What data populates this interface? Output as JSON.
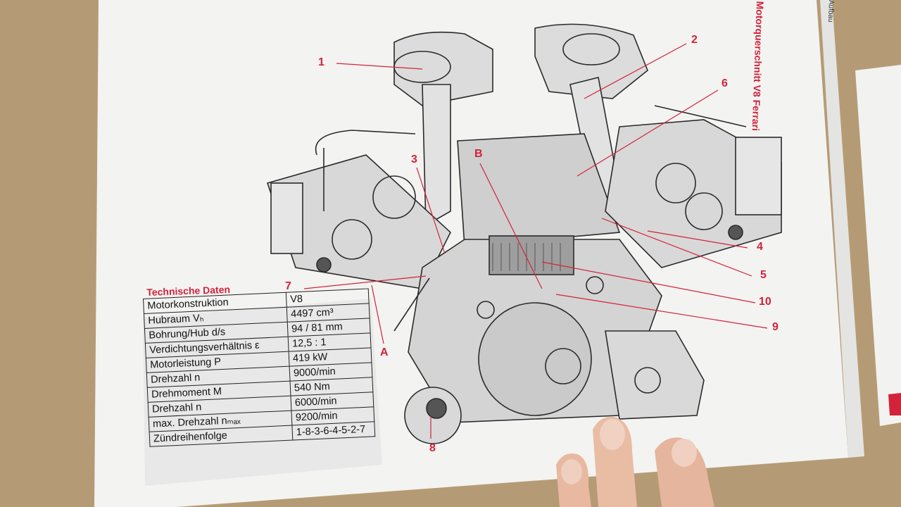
{
  "document": {
    "section_header": "Aufbau",
    "chapter_title": "Motorquerschnitt V8 Ferrari",
    "table_title": "Technische Daten",
    "specs": [
      {
        "label": "Motorkonstruktion",
        "value": "V8"
      },
      {
        "label": "Hubraum Vₕ",
        "value": "4497 cm³"
      },
      {
        "label": "Bohrung/Hub d/s",
        "value": "94 / 81 mm"
      },
      {
        "label": "Verdichtungsverhältnis ε",
        "value": "12,5 : 1"
      },
      {
        "label": "Motorleistung P",
        "value": "419 kW"
      },
      {
        "label": "Drehzahl n",
        "value": "9000/min"
      },
      {
        "label": "Drehmoment M",
        "value": "540 Nm"
      },
      {
        "label": "Drehzahl n",
        "value": "6000/min"
      },
      {
        "label": "max. Drehzahl nₘₐₓ",
        "value": "9200/min"
      },
      {
        "label": "Zündreihenfolge",
        "value": "1-8-3-6-4-5-2-7"
      }
    ],
    "callouts": [
      "1",
      "2",
      "3",
      "4",
      "5",
      "6",
      "7",
      "8",
      "9",
      "10",
      "A",
      "B"
    ]
  },
  "colors": {
    "accent_red": "#d2233a",
    "paper": "#f3f3f1",
    "table_bg": "#e8e8e8",
    "desk": "#b49a74",
    "line_art": "#2a2a2a"
  }
}
